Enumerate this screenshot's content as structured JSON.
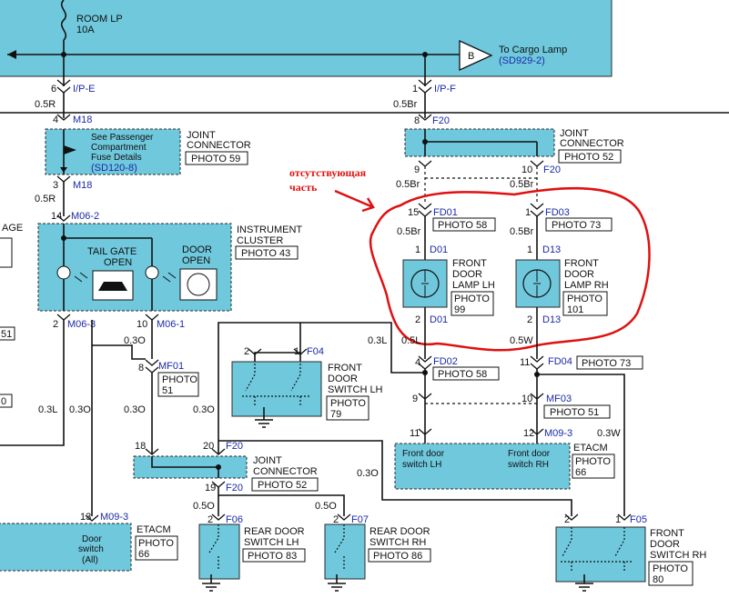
{
  "top": {
    "fuse_name": "ROOM LP",
    "fuse_rating": "10A",
    "to_cargo_label": "To Cargo Lamp",
    "to_cargo_ref": "(SD929-2)",
    "b_marker": "B",
    "left_pin": "6",
    "left_conn": "I/P-E",
    "left_wire": "0.5R",
    "right_pin": "1",
    "right_conn": "I/P-F",
    "right_wire": "0.5Br"
  },
  "joint_left": {
    "pin_top": "4",
    "conn_top": "M18",
    "see_1": "See Passenger",
    "see_2": "Compartment",
    "see_3": "Fuse Details",
    "see_ref": "(SD120-8)",
    "title_1": "JOINT",
    "title_2": "CONNECTOR",
    "photo": "PHOTO 59",
    "pin_bot": "3",
    "conn_bot": "M18",
    "wire_bot": "0.5R"
  },
  "joint_right": {
    "pin_top": "8",
    "conn_top": "F20",
    "title_1": "JOINT",
    "title_2": "CONNECTOR",
    "photo": "PHOTO 52",
    "pin_l": "9",
    "pin_r": "10",
    "conn_r": "F20",
    "wire_l": "0.5Br",
    "wire_r": "0.5Br"
  },
  "annotation": {
    "line1": "отсутствующая",
    "line2": "часть"
  },
  "cluster": {
    "pin_top": "14",
    "conn_top": "M06-2",
    "title_1": "INSTRUMENT",
    "title_2": "CLUSTER",
    "photo": "PHOTO 43",
    "tail_1": "TAIL GATE",
    "tail_2": "OPEN",
    "door_1": "DOOR",
    "door_2": "OPEN",
    "pin_l": "2",
    "conn_l": "M06-3",
    "pin_r": "10",
    "conn_r": "M06-1",
    "edge_1": "AGE",
    "edge_2": "51"
  },
  "lamps": {
    "lh_pin_top": "15",
    "lh_conn_top": "FD01",
    "lh_photo_top": "PHOTO 58",
    "rh_pin_top": "1",
    "rh_conn_top": "FD03",
    "rh_photo_top": "PHOTO 73",
    "lh_wire": "0.5Br",
    "rh_wire": "0.5Br",
    "lh_p1": "1",
    "lh_c1": "D01",
    "lh_p2": "2",
    "lh_c2": "D01",
    "rh_p1": "1",
    "rh_c1": "D13",
    "rh_p2": "2",
    "rh_c2": "D13",
    "lh_t1": "FRONT",
    "lh_t2": "DOOR",
    "lh_t3": "LAMP LH",
    "lh_photo_1": "PHOTO",
    "lh_photo_2": "99",
    "rh_t1": "FRONT",
    "rh_t2": "DOOR",
    "rh_t3": "LAMP RH",
    "rh_photo_1": "PHOTO",
    "rh_photo_2": "101"
  },
  "middle": {
    "w_03l_a": "0.3L",
    "w_05l": "0.5L",
    "w_05w": "0.5W",
    "fd02_pin": "4",
    "fd02": "FD02",
    "fd02_photo": "PHOTO 58",
    "fd04_pin": "11",
    "fd04": "FD04",
    "fd04_photo": "PHOTO 73",
    "mf03_pin_l": "9",
    "mf03_pin_r": "10",
    "mf03": "MF03",
    "mf03_photo": "PHOTO 51",
    "m093_pin_l": "11",
    "m093_pin_r": "12",
    "m093": "M09-3",
    "w_03w": "0.3W",
    "etacm_title": "ETACM",
    "etacm_photo_1": "PHOTO",
    "etacm_photo_2": "66",
    "fd_sw_lh_1": "Front door",
    "fd_sw_lh_2": "switch LH",
    "fd_sw_rh_1": "Front door",
    "fd_sw_rh_2": "switch RH"
  },
  "mf01": {
    "w_03o_a": "0.3O",
    "pin": "8",
    "conn": "MF01",
    "photo_1": "PHOTO",
    "photo_2": "51",
    "w_03o_b": "0.3O",
    "w_03o_c": "0.3O"
  },
  "left_side": {
    "w_03l": "0.3L",
    "w_03o": "0.3O",
    "pin": "13",
    "conn": "M09-3",
    "etacm": "ETACM",
    "photo_1": "PHOTO",
    "photo_2": "66",
    "door_1": "Door",
    "door_2": "switch",
    "door_3": "(All)",
    "edge_1": "0",
    "edge_2": "51"
  },
  "fds_lh": {
    "pin_l": "2",
    "pin_r": "1",
    "conn": "F04",
    "t1": "FRONT",
    "t2": "DOOR",
    "t3": "SWITCH LH",
    "photo_1": "PHOTO",
    "photo_2": "79"
  },
  "joint_bottom": {
    "pin_l": "18",
    "pin_r": "20",
    "conn_top": "F20",
    "title_1": "JOINT",
    "title_2": "CONNECTOR",
    "photo": "PHOTO 52",
    "pin_bot": "19",
    "conn_bot": "F20",
    "w_03o": "0.3O"
  },
  "rds_lh": {
    "wire": "0.5O",
    "pin": "2",
    "conn": "F06",
    "t1": "REAR DOOR",
    "t2": "SWITCH LH",
    "photo": "PHOTO 83"
  },
  "rds_rh": {
    "wire": "0.5O",
    "pin": "2",
    "conn": "F07",
    "t1": "REAR DOOR",
    "t2": "SWITCH RH",
    "photo": "PHOTO 86"
  },
  "fds_rh": {
    "pin_l": "2",
    "pin_r": "1",
    "conn": "F05",
    "t1": "FRONT",
    "t2": "DOOR",
    "t3": "SWITCH RH",
    "photo_1": "PHOTO",
    "photo_2": "80"
  },
  "colors": {
    "component_fill": "#6fc8dc",
    "annotation_red": "#e01010",
    "connector_blue": "#1a2aa8"
  }
}
